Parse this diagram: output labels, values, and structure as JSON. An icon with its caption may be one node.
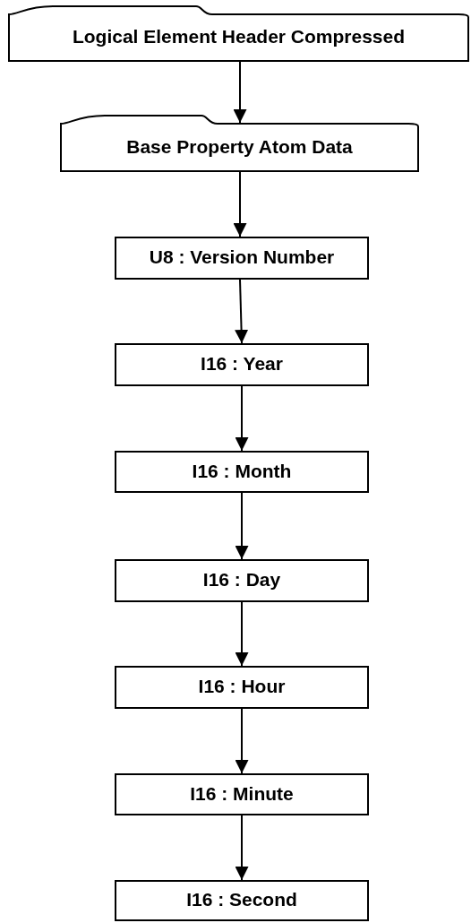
{
  "diagram": {
    "nodes": [
      {
        "text": [
          "Logical Element Header Compressed"
        ]
      },
      {
        "text": [
          "Base Property Atom Data"
        ]
      },
      {
        "text": [
          "U8 : Version Number"
        ]
      },
      {
        "text": [
          "I16 : Year"
        ]
      },
      {
        "text": [
          "I16 : Month"
        ]
      },
      {
        "text": [
          "I16 : Day"
        ]
      },
      {
        "text": [
          "I16 : Hour"
        ]
      },
      {
        "text": [
          "I16 : Minute"
        ]
      },
      {
        "text": [
          "I16 : Second"
        ]
      }
    ],
    "edges": [
      {
        "from": 0,
        "to": 1,
        "arrow": "to"
      },
      {
        "from": 1,
        "to": 2,
        "arrow": "to"
      },
      {
        "from": 2,
        "to": 3,
        "arrow": "to"
      },
      {
        "from": 3,
        "to": 4,
        "arrow": "to"
      },
      {
        "from": 4,
        "to": 5,
        "arrow": "to"
      },
      {
        "from": 5,
        "to": 6,
        "arrow": "to"
      },
      {
        "from": 6,
        "to": 7,
        "arrow": "to"
      },
      {
        "from": 7,
        "to": 8,
        "arrow": "to"
      }
    ]
  }
}
